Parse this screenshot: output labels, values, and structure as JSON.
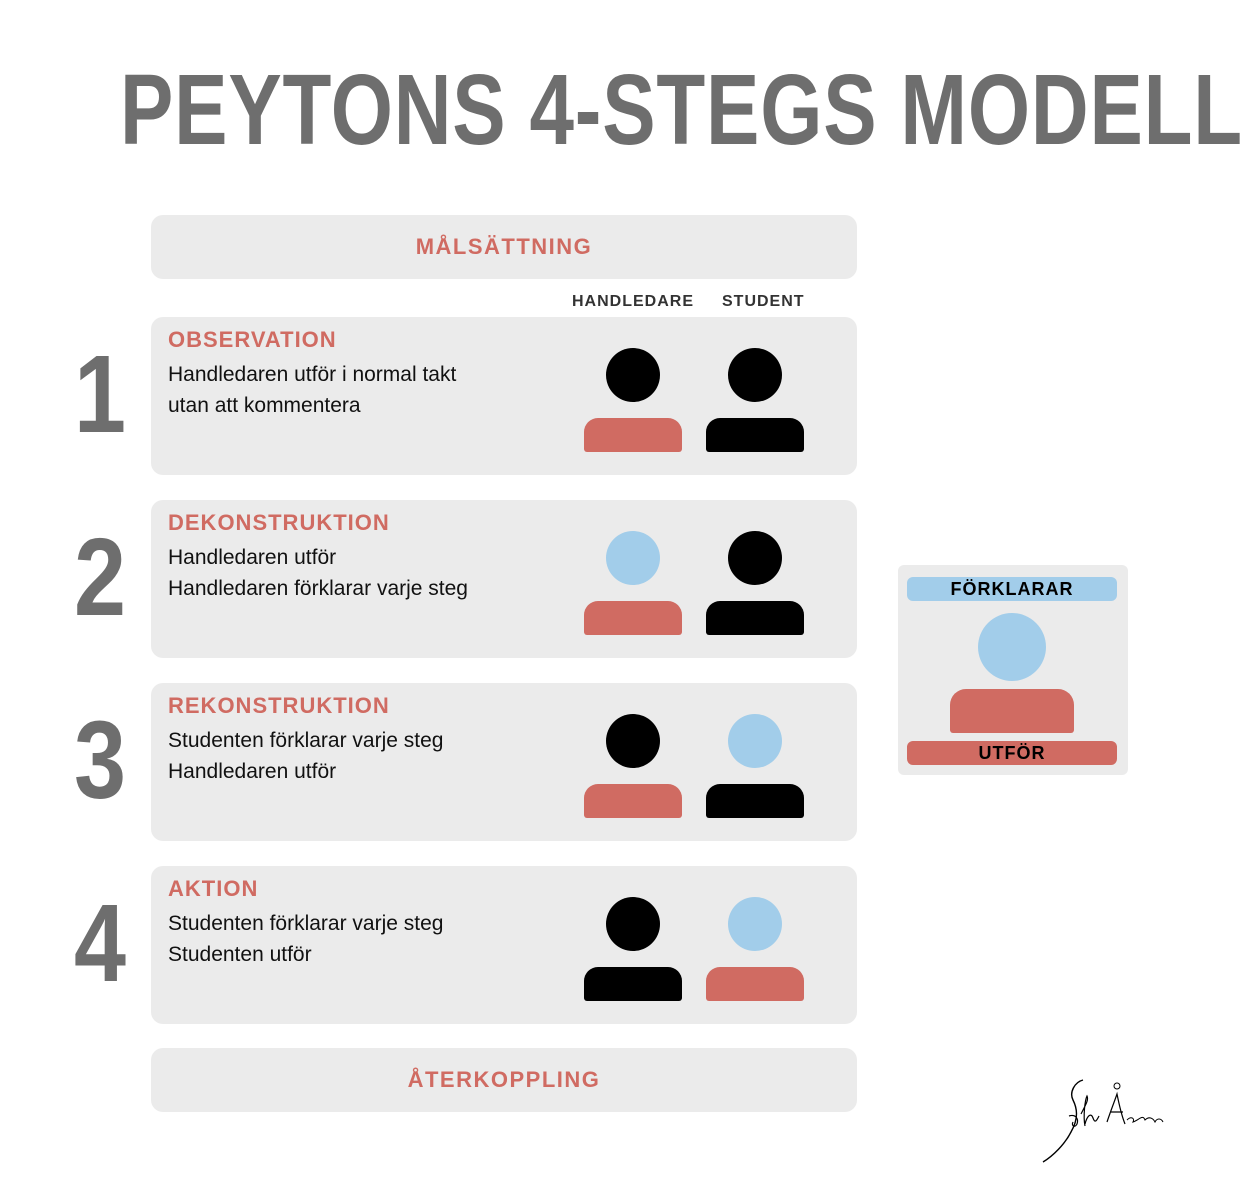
{
  "title": "PEYTONS 4-STEGS MODELL",
  "top_bar": "MÅLSÄTTNING",
  "bottom_bar": "ÅTERKOPPLING",
  "columns": {
    "supervisor": "HANDLEDARE",
    "student": "STUDENT"
  },
  "steps": [
    {
      "number": "1",
      "heading": "OBSERVATION",
      "lines": [
        "Handledaren utför i normal takt",
        "utan att kommentera"
      ],
      "supervisor": {
        "head": "black",
        "body": "red"
      },
      "student": {
        "head": "black",
        "body": "black"
      }
    },
    {
      "number": "2",
      "heading": "DEKONSTRUKTION",
      "lines": [
        "Handledaren utför",
        "Handledaren förklarar varje steg"
      ],
      "supervisor": {
        "head": "blue",
        "body": "red"
      },
      "student": {
        "head": "black",
        "body": "black"
      }
    },
    {
      "number": "3",
      "heading": "REKONSTRUKTION",
      "lines": [
        "Studenten förklarar varje steg",
        "Handledaren utför"
      ],
      "supervisor": {
        "head": "black",
        "body": "red"
      },
      "student": {
        "head": "blue",
        "body": "black"
      }
    },
    {
      "number": "4",
      "heading": "AKTION",
      "lines": [
        "Studenten förklarar varje steg",
        "Studenten utför"
      ],
      "supervisor": {
        "head": "black",
        "body": "black"
      },
      "student": {
        "head": "blue",
        "body": "red"
      }
    }
  ],
  "legend": {
    "top_label": "FÖRKLARAR",
    "bottom_label": "UTFÖR"
  },
  "colors": {
    "accent_red": "#d06b62",
    "light_blue": "#a2cdea",
    "gray_text": "#6e6e6e",
    "panel": "#ebebeb",
    "black": "#000000"
  },
  "signature": "Sofia Åström"
}
